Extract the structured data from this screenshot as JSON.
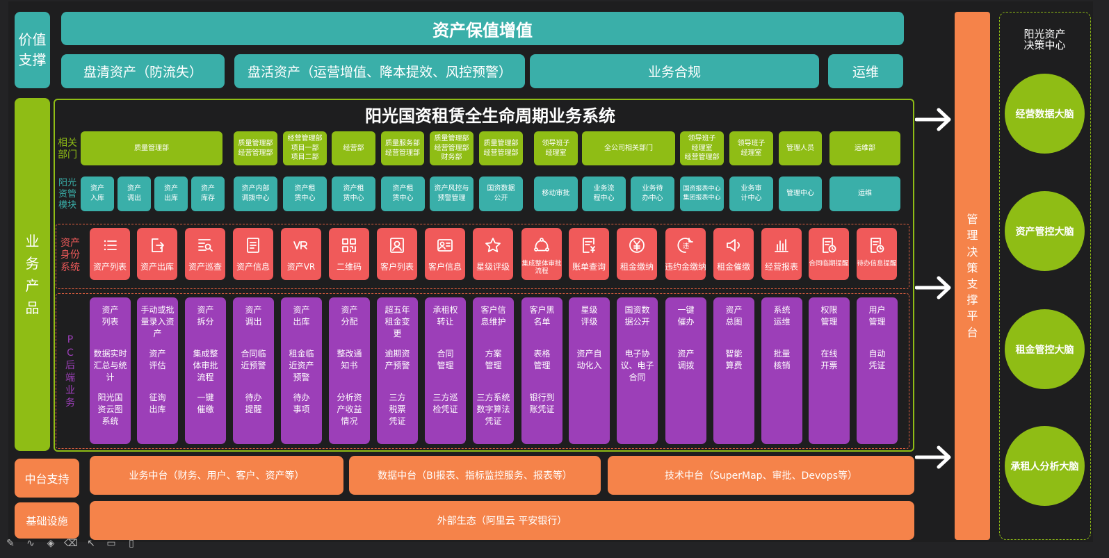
{
  "value_support": {
    "label": "价值\n支撑",
    "top_title": "资产保值增值",
    "sub": [
      "盘清资产（防流失）",
      "盘活资产（运营增值、降本提效、风控预警）",
      "业务合规",
      "运维"
    ]
  },
  "business_products": {
    "label": "业\n务\n产\n品"
  },
  "system": {
    "title": "阳光国资租赁全生命周期业务系统",
    "row_labels": {
      "dept": "相关\n部门",
      "module": "阳光\n资管\n模块",
      "identity": "资产\n身份\n系统",
      "pc": "P\nC\n后\n端\n业\n务"
    },
    "depts": [
      "质量管理部",
      "质量管理部\n经营管理部",
      "经营管理部\n项目一部\n项目二部",
      "经营部",
      "质量服务部\n经营管理部",
      "质量管理部\n经营管理部\n财务部",
      "质量管理部\n经营管理部",
      "领导班子\n经理室",
      "全公司相关部门",
      "领导班子\n经理室\n经营管理部",
      "领导班子\n经理室",
      "管理人员",
      "运维部"
    ],
    "modules": [
      "资产\n入库",
      "资产\n调出",
      "资产\n出库",
      "资产\n库存",
      "资产内部\n调拨中心",
      "资产租\n赁中心",
      "资产租\n赁中心",
      "资产租\n赁中心",
      "资产风控与\n预警管理",
      "国资数据\n公开",
      "移动审批",
      "业务流\n程中心",
      "业务待\n办中心",
      "国资报表中心\n集团报表中心",
      "业务审\n计中心",
      "管理中心",
      "运维"
    ],
    "identity_items": [
      {
        "label": "资产列表",
        "icon": "list-icon"
      },
      {
        "label": "资产出库",
        "icon": "export-icon"
      },
      {
        "label": "资产巡查",
        "icon": "inspect-icon"
      },
      {
        "label": "资产信息",
        "icon": "document-icon"
      },
      {
        "label": "资产VR",
        "icon": "vr-icon"
      },
      {
        "label": "二维码",
        "icon": "qrcode-icon"
      },
      {
        "label": "客户列表",
        "icon": "contact-icon"
      },
      {
        "label": "客户信息",
        "icon": "id-card-icon"
      },
      {
        "label": "星级评级",
        "icon": "star-icon"
      },
      {
        "label": "集成整体审批流程",
        "icon": "workflow-icon"
      },
      {
        "label": "账单查询",
        "icon": "bill-icon"
      },
      {
        "label": "租金缴纳",
        "icon": "yen-icon"
      },
      {
        "label": "违约金缴纳",
        "icon": "penalty-icon"
      },
      {
        "label": "租金催缴",
        "icon": "speaker-icon"
      },
      {
        "label": "经营报表",
        "icon": "bar-chart-icon"
      },
      {
        "label": "合同临期提醒",
        "icon": "contract-alert-icon"
      },
      {
        "label": "待办信息提醒",
        "icon": "todo-alert-icon"
      }
    ],
    "pc_items": [
      [
        "资产\n列表",
        "数据实时\n汇总与统\n计",
        "阳光国\n资云图\n系统"
      ],
      [
        "手动或批\n量录入资\n产",
        "资产\n评估",
        "征询\n出库"
      ],
      [
        "资产\n拆分",
        "集成整\n体审批\n流程",
        "一键\n催缴"
      ],
      [
        "资产\n调出",
        "合同临\n近预警",
        "待办\n提醒"
      ],
      [
        "资产\n出库",
        "租金临\n近资产\n预警",
        "待办\n事项"
      ],
      [
        "资产\n分配",
        "整改通\n知书",
        "分析资\n产收益\n情况"
      ],
      [
        "超五年\n租金变\n更",
        "逾期资\n产预警",
        "三方\n税票\n凭证"
      ],
      [
        "承租权\n转让",
        "合同\n管理",
        "三方巡\n检凭证"
      ],
      [
        "客户信\n息维护",
        "方案\n管理",
        "三方系统\n数字算法\n凭证"
      ],
      [
        "客户黑\n名单",
        "表格\n管理",
        "银行到\n账凭证"
      ],
      [
        "星级\n评级",
        "资产自\n动化入",
        ""
      ],
      [
        "国资数\n据公开",
        "电子协\n议、电子\n合同",
        ""
      ],
      [
        "一键\n催办",
        "资产\n调拨",
        ""
      ],
      [
        "资产\n总图",
        "智能\n算费",
        ""
      ],
      [
        "系统\n运维",
        "批量\n核销",
        ""
      ],
      [
        "权限\n管理",
        "在线\n开票",
        ""
      ],
      [
        "用户\n管理",
        "自动\n凭证",
        ""
      ]
    ]
  },
  "middle": {
    "label": "中台支持",
    "items": [
      "业务中台（财务、用户、客户、资产等）",
      "数据中台（BI报表、指标监控服务、报表等）",
      "技术中台（SuperMap、审批、Devops等）"
    ]
  },
  "infra": {
    "label": "基础设施",
    "item": "外部生态（阿里云 平安银行）"
  },
  "platform": {
    "label": "管\n理\n决\n策\n支\n撑\n平\n台"
  },
  "decision": {
    "title": "阳光资产\n决策中心",
    "brains": [
      "经营数据大脑",
      "资产管控大脑",
      "租金管控大脑",
      "承租人分析大脑"
    ]
  },
  "colors": {
    "teal": "#3aafa9",
    "green": "#8fbd15",
    "orange": "#f5834a",
    "red": "#f05a5a",
    "purple": "#9c3fb8"
  },
  "toolbar": [
    "pencil-icon",
    "curve-icon",
    "fill-icon",
    "eraser-icon",
    "pointer-icon",
    "video-icon",
    "phone-icon"
  ]
}
